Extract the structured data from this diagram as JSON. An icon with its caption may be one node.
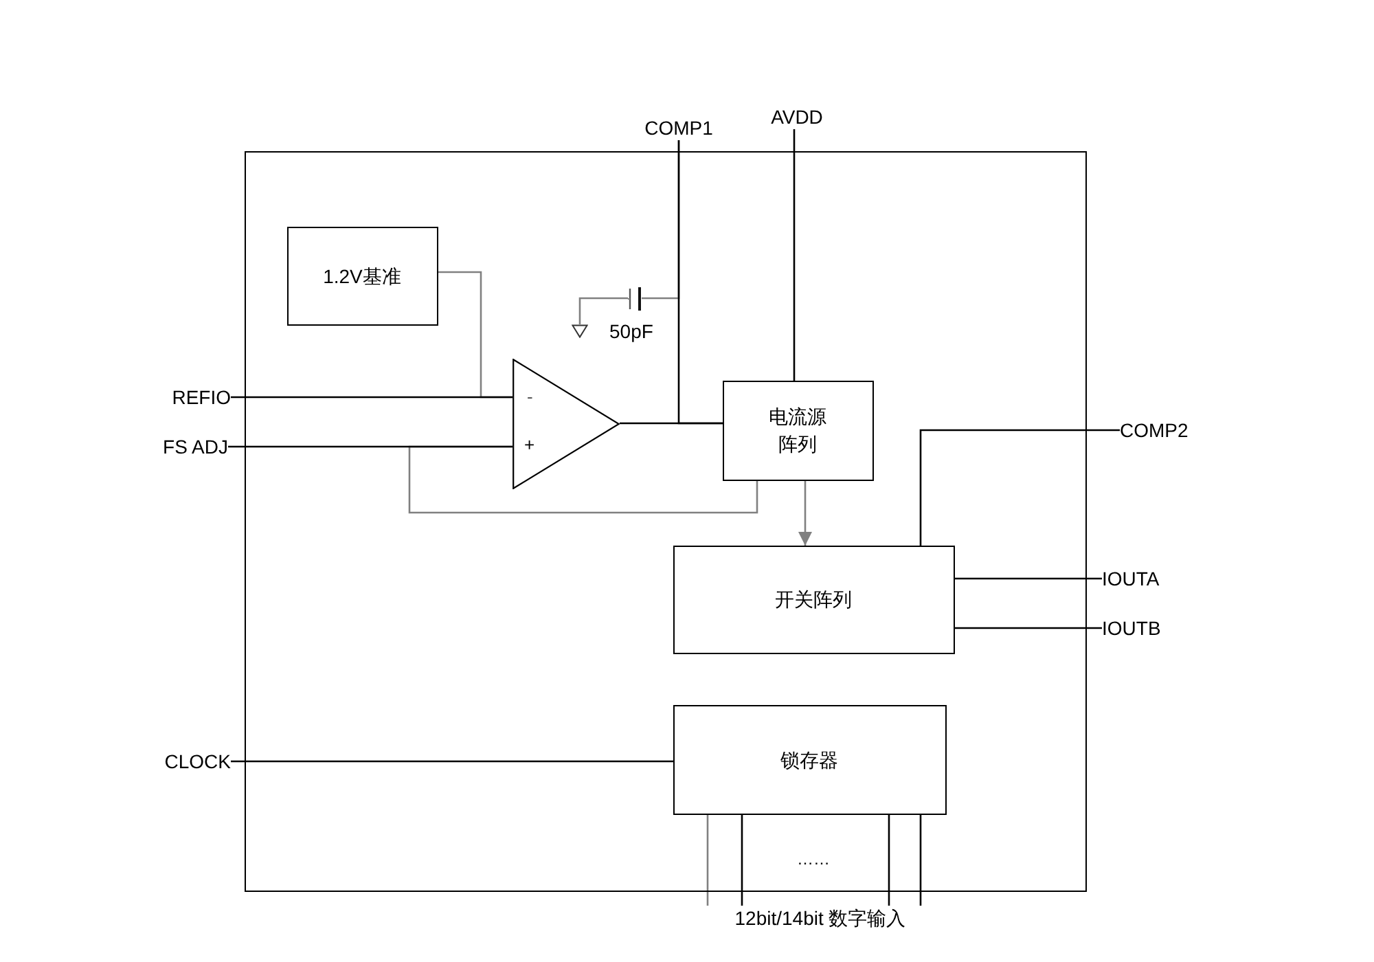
{
  "diagram": {
    "nodes": [
      {
        "text": [],
        "shape": "box"
      },
      {
        "text": [
          "COMP1"
        ]
      },
      {
        "text": [
          "AVDD"
        ]
      },
      {
        "text": [
          "1.2V基准"
        ],
        "in": 0
      },
      {
        "text": [],
        "shape": "ground",
        "in": 0
      },
      {
        "text": [],
        "shape": "capacitor",
        "beside": [
          "50pF"
        ],
        "in": 0
      },
      {
        "text": [
          "REFIO"
        ]
      },
      {
        "text": [
          "FS ADJ"
        ]
      },
      {
        "text": [
          "-",
          "+"
        ],
        "in": 0
      },
      {
        "text": [
          "电流源阵列"
        ],
        "in": 0
      },
      {
        "text": [
          "COMP2"
        ]
      },
      {
        "text": [
          "开关阵列"
        ],
        "in": 0
      },
      {
        "text": [
          "IOUTA"
        ]
      },
      {
        "text": [
          "IOUTB"
        ]
      },
      {
        "text": [
          "CLOCK"
        ]
      },
      {
        "text": [
          "锁存器"
        ],
        "in": 0
      },
      {
        "text": [
          "12bit/14bit 数字输入"
        ]
      }
    ],
    "edges": [
      {
        "from": 6,
        "to": 8,
        "arrow": "none"
      },
      {
        "from": 3,
        "to": 8,
        "arrow": "none",
        "color": "#808080"
      },
      {
        "from": 7,
        "to": 8,
        "arrow": "none"
      },
      {
        "from": 9,
        "to": 8,
        "arrow": "none",
        "color": "#808080"
      },
      {
        "from": 8,
        "to": 9,
        "arrow": "none"
      },
      {
        "from": 1,
        "to": 9,
        "arrow": "none"
      },
      {
        "from": 4,
        "to": 5,
        "arrow": "none",
        "color": "#808080"
      },
      {
        "from": 5,
        "to": 1,
        "arrow": "none",
        "color": "#808080"
      },
      {
        "from": 2,
        "to": 9,
        "arrow": "none"
      },
      {
        "from": 9,
        "to": 11,
        "arrow": "to",
        "color": "#808080"
      },
      {
        "from": 11,
        "to": 10,
        "arrow": "none"
      },
      {
        "from": 11,
        "to": 12,
        "arrow": "none"
      },
      {
        "from": 11,
        "to": 13,
        "arrow": "none"
      },
      {
        "from": 14,
        "to": 15,
        "arrow": "none"
      },
      {
        "from": 16,
        "to": 15,
        "arrow": "none",
        "color": "#808080"
      },
      {
        "from": 16,
        "to": 15,
        "arrow": "none"
      },
      {
        "from": 16,
        "to": 15,
        "arrow": "none"
      },
      {
        "from": 16,
        "to": 15,
        "arrow": "none"
      }
    ],
    "labels": [
      "……"
    ]
  }
}
